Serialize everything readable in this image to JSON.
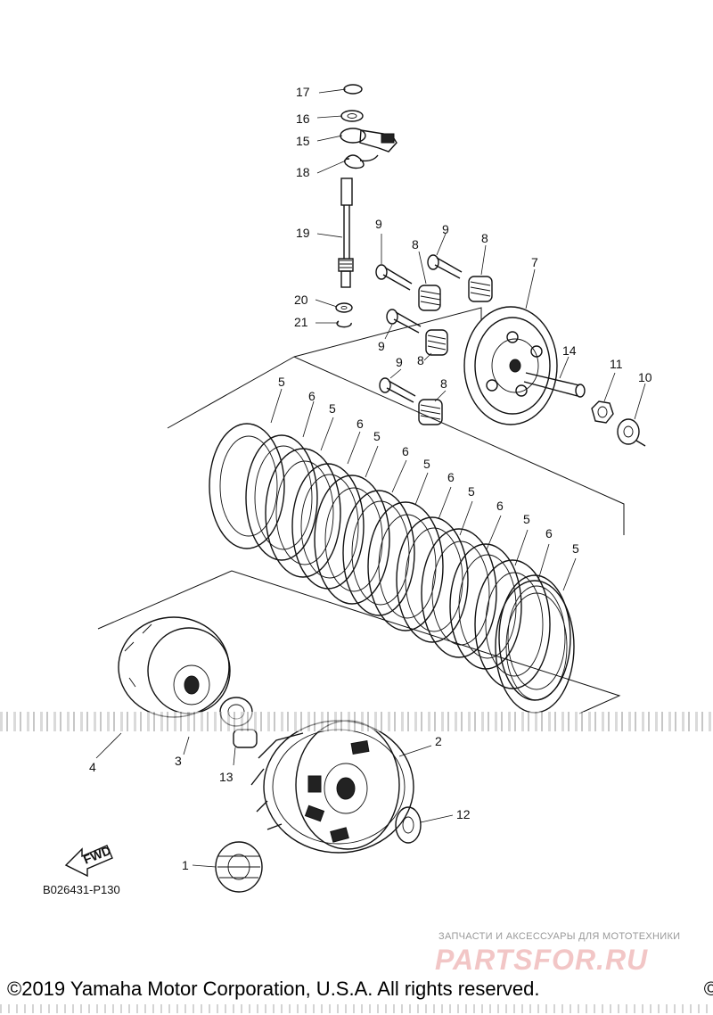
{
  "diagram": {
    "code": "B026431-P130",
    "fwd_label": "FWD",
    "callouts": [
      "17",
      "16",
      "15",
      "18",
      "19",
      "20",
      "21",
      "9",
      "9",
      "8",
      "8",
      "7",
      "9",
      "8",
      "14",
      "11",
      "10",
      "9",
      "8",
      "5",
      "6",
      "5",
      "6",
      "5",
      "6",
      "5",
      "6",
      "5",
      "6",
      "5",
      "6",
      "5",
      "4",
      "3",
      "13",
      "2",
      "12",
      "1"
    ]
  },
  "footer": {
    "copyright": "©2019 Yamaha Motor Corporation, U.S.A. All rights reserved.",
    "edge_char": "©"
  },
  "watermark": {
    "tagline": "ЗАПЧАСТИ И АКСЕССУАРЫ ДЛЯ МОТОТЕХНИКИ",
    "logo": "PARTSFOR.RU"
  }
}
